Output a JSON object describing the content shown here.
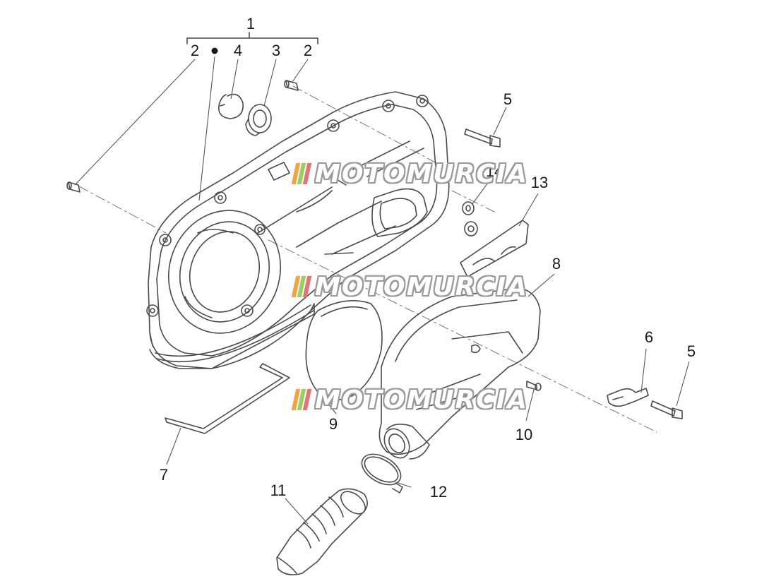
{
  "diagram": {
    "callouts": {
      "c1": "1",
      "c2a": "2",
      "c2b": "2",
      "c3": "3",
      "c4": "4",
      "c5a": "5",
      "c5b": "5",
      "c6": "6",
      "c7": "7",
      "c8": "8",
      "c9": "9",
      "c10": "10",
      "c11": "11",
      "c12": "12",
      "c13": "13",
      "c14": "14"
    },
    "colors": {
      "line": "#4a4a4a",
      "leader": "#555555",
      "watermark_fill": "#ffffff",
      "watermark_outline": "#9a9a9a",
      "flag_orange": "#f4a340",
      "flag_green": "#9ccc65",
      "flag_red": "#e57373"
    }
  },
  "watermark": {
    "text": "MOTOMURCIA"
  }
}
